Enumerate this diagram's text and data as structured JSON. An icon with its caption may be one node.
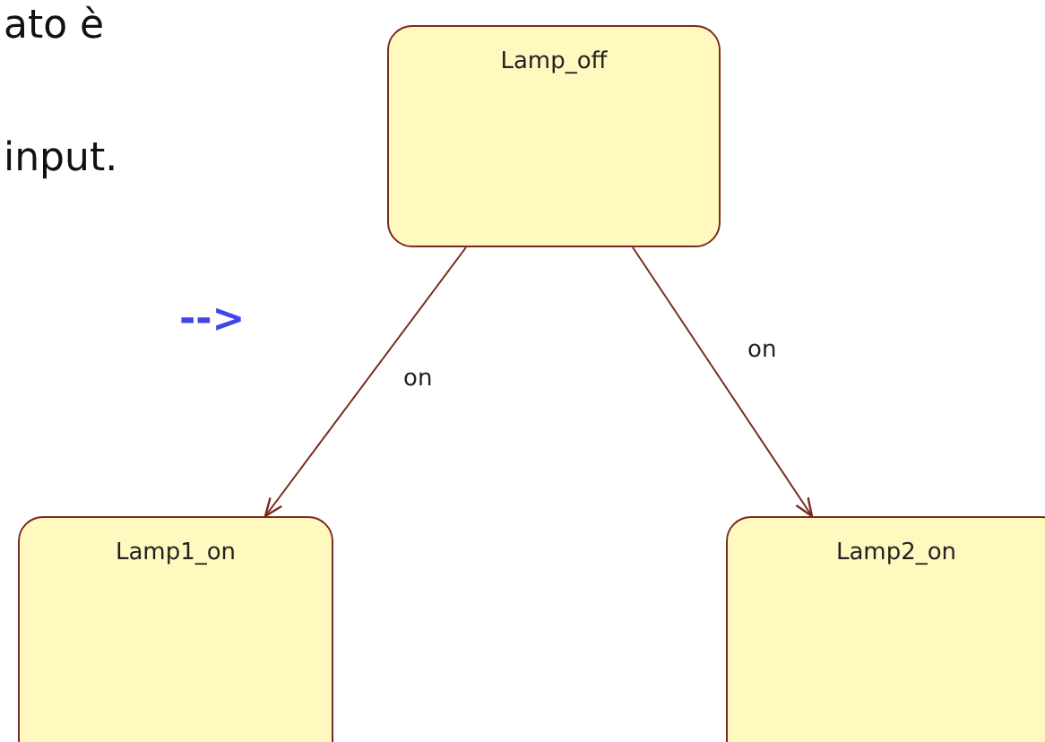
{
  "diagram": {
    "nodes": [
      {
        "text": [
          "Lamp_off"
        ]
      },
      {
        "text": [
          "Lamp1_on"
        ]
      },
      {
        "text": [
          "Lamp2_on"
        ]
      }
    ],
    "edges": [
      {
        "from": 0,
        "to": 1,
        "arrow": "to",
        "label": "on"
      },
      {
        "from": 0,
        "to": 2,
        "arrow": "to",
        "label": "on"
      }
    ],
    "labels": [
      "ato è",
      "input.",
      "-->"
    ]
  }
}
